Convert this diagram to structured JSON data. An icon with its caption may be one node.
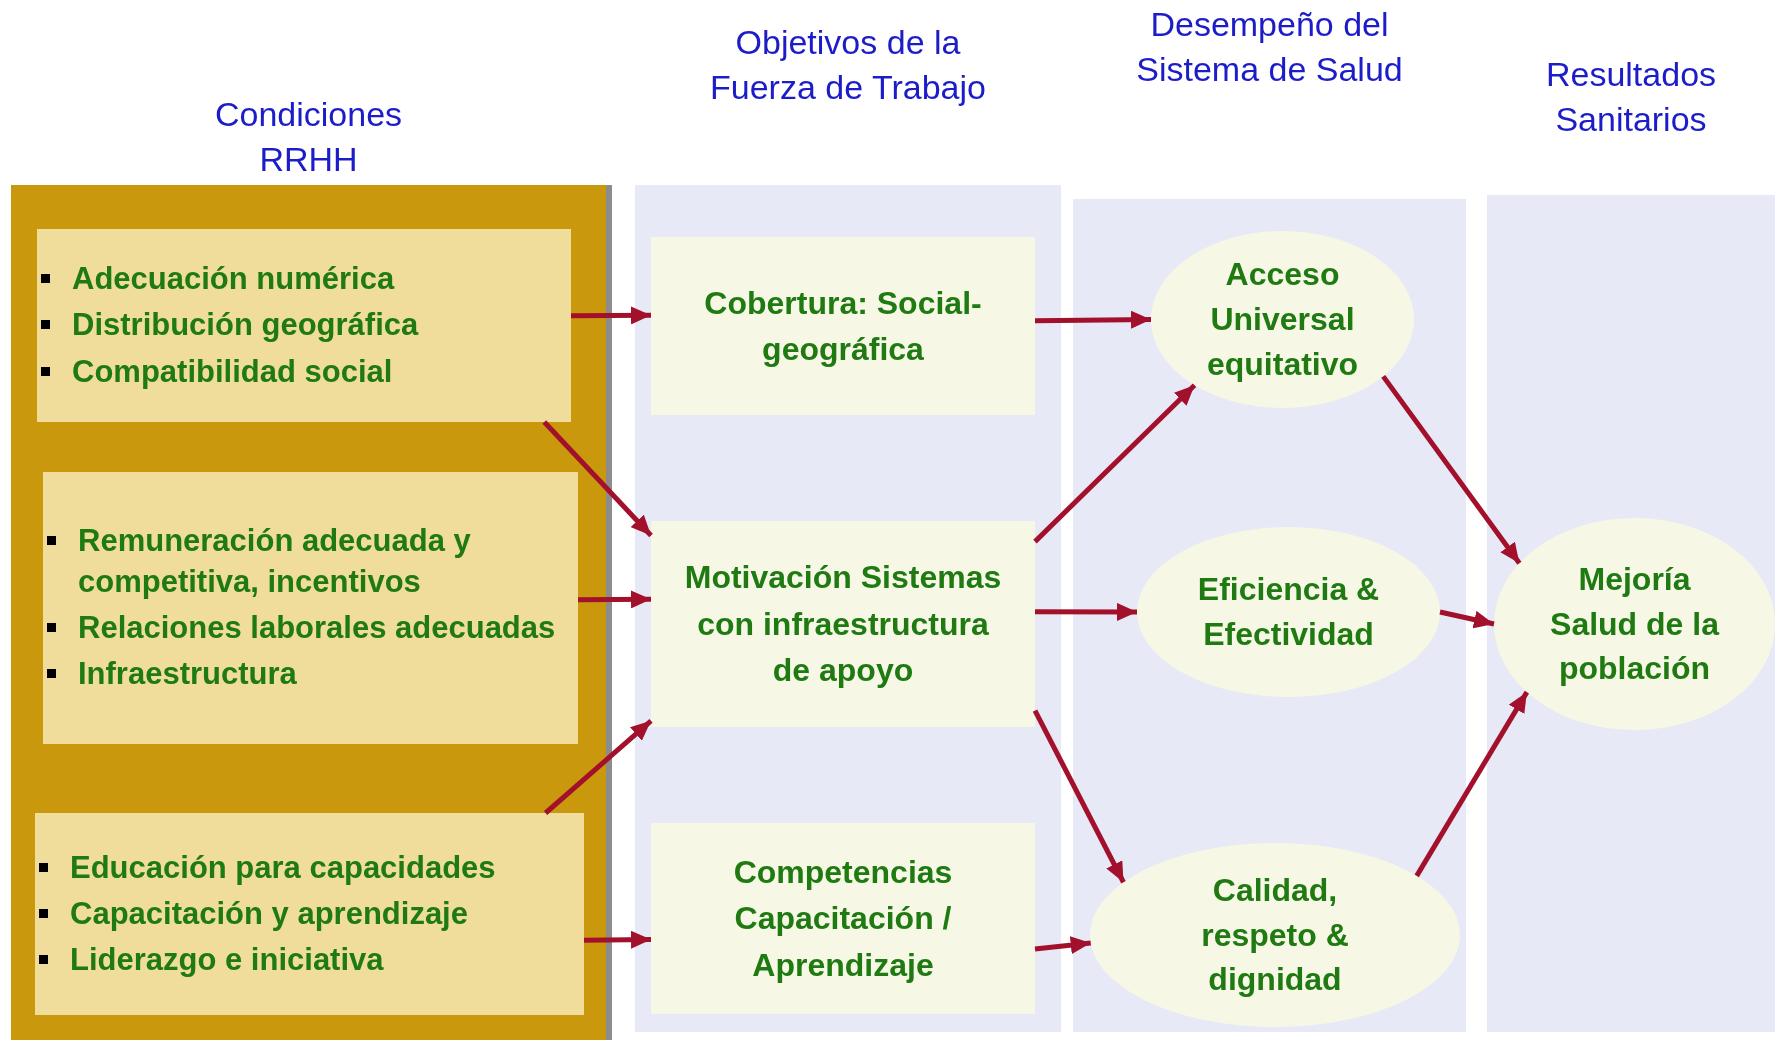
{
  "diagram": {
    "nodes": [
      {
        "text": [
          "Condiciones RRHH"
        ]
      },
      {
        "text": [
          "Adecuación numérica",
          "Distribución geográfica",
          "Compatibilidad social"
        ],
        "in": 0
      },
      {
        "text": [
          "Remuneración adecuada y competitiva, incentivos",
          "Relaciones laborales adecuadas",
          "Infraestructura"
        ],
        "in": 0
      },
      {
        "text": [
          "Educación para capacidades",
          "Capacitación y aprendizaje",
          "Liderazgo e iniciativa"
        ],
        "in": 0
      },
      {
        "text": [
          "Objetivos de la Fuerza de Trabajo"
        ]
      },
      {
        "text": [
          "Cobertura: Social-geográfica"
        ],
        "in": 4
      },
      {
        "text": [
          "Motivación Sistemas con infraestructura de apoyo"
        ],
        "in": 4
      },
      {
        "text": [
          "Competencias Capacitación / Aprendizaje"
        ],
        "in": 4
      },
      {
        "text": [
          "Desempeño del Sistema de Salud"
        ]
      },
      {
        "text": [
          "Acceso Universal equitativo"
        ],
        "in": 8
      },
      {
        "text": [
          "Eficiencia & Efectividad"
        ],
        "in": 8
      },
      {
        "text": [
          "Calidad, respeto & dignidad"
        ],
        "in": 8
      },
      {
        "text": [
          "Resultados Sanitarios"
        ]
      },
      {
        "text": [
          "Mejoría Salud de la población"
        ],
        "in": 12
      }
    ],
    "edges": [
      {
        "from": 1,
        "to": 5,
        "arrow": "to"
      },
      {
        "from": 1,
        "to": 6,
        "arrow": "to"
      },
      {
        "from": 2,
        "to": 6,
        "arrow": "to"
      },
      {
        "from": 3,
        "to": 6,
        "arrow": "to"
      },
      {
        "from": 3,
        "to": 7,
        "arrow": "to"
      },
      {
        "from": 5,
        "to": 9,
        "arrow": "to"
      },
      {
        "from": 6,
        "to": 9,
        "arrow": "to"
      },
      {
        "from": 6,
        "to": 10,
        "arrow": "to"
      },
      {
        "from": 6,
        "to": 11,
        "arrow": "to"
      },
      {
        "from": 7,
        "to": 11,
        "arrow": "to"
      },
      {
        "from": 9,
        "to": 13,
        "arrow": "to"
      },
      {
        "from": 10,
        "to": 13,
        "arrow": "to"
      },
      {
        "from": 11,
        "to": 13,
        "arrow": "to"
      }
    ]
  }
}
